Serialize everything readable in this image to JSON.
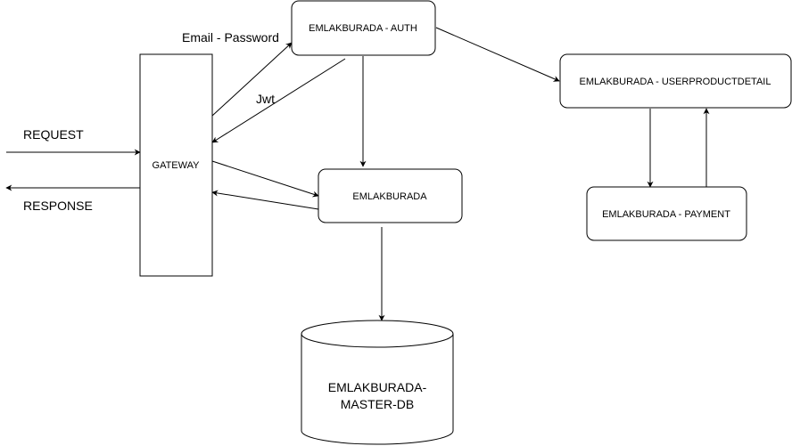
{
  "nodes": {
    "gateway": "GATEWAY",
    "auth": "EMLAKBURADA - AUTH",
    "core": "EMLAKBURADA",
    "user_product_detail": "EMLAKBURADA - USERPRODUCTDETAIL",
    "payment": "EMLAKBURADA - PAYMENT",
    "db_line1": "EMLAKBURADA-",
    "db_line2": "MASTER-DB"
  },
  "edge_labels": {
    "request": "REQUEST",
    "response": "RESPONSE",
    "email_password": "Email - Password",
    "jwt": "Jwt"
  },
  "colors": {
    "stroke": "#000000",
    "fill": "#ffffff"
  }
}
